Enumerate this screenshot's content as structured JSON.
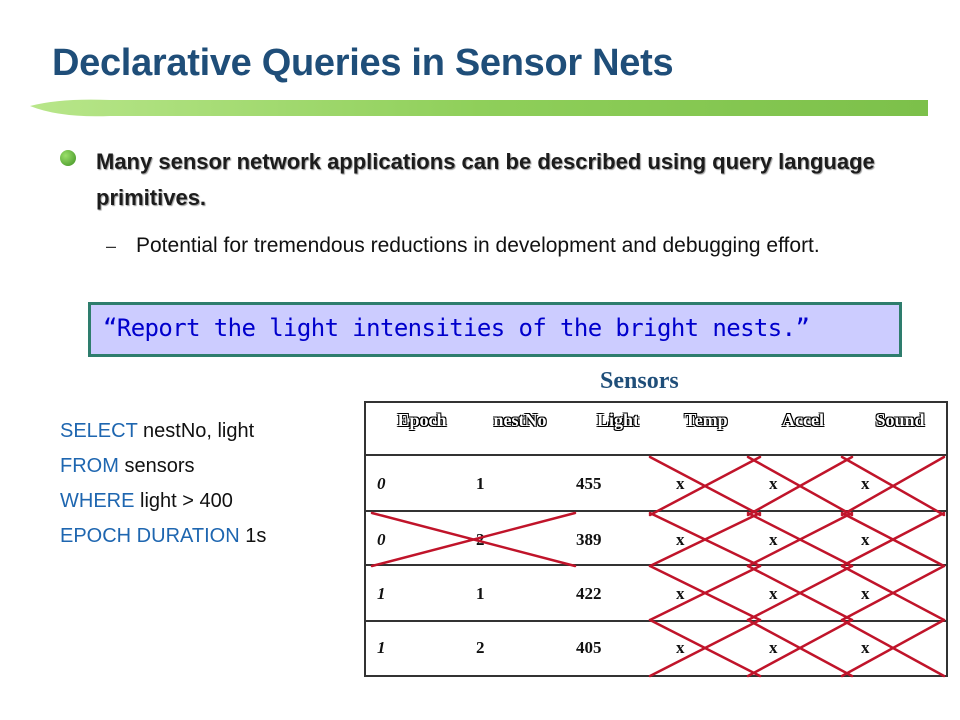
{
  "title": "Declarative Queries in Sensor Nets",
  "bullet": "Many sensor network applications can be described using query language primitives.",
  "sub_bullet": "Potential for tremendous reductions in development and debugging effort.",
  "quote": "“Report the  light intensities of the bright nests.”",
  "sql": {
    "select_kw": "SELECT",
    "select_rest": " nestNo, light",
    "from_kw": "FROM",
    "from_rest": " sensors",
    "where_kw": "WHERE",
    "where_rest": " light > 400",
    "epoch_kw": "EPOCH DURATION",
    "epoch_rest": " 1s"
  },
  "table": {
    "title": "Sensors",
    "headers": [
      "Epoch",
      "nestNo",
      "Light",
      "Temp",
      "Accel",
      "Sound"
    ],
    "rows": [
      [
        "0",
        "1",
        "455",
        "x",
        "x",
        "x"
      ],
      [
        "0",
        "2",
        "389",
        "x",
        "x",
        "x"
      ],
      [
        "1",
        "1",
        "422",
        "x",
        "x",
        "x"
      ],
      [
        "1",
        "2",
        "405",
        "x",
        "x",
        "x"
      ]
    ]
  },
  "colors": {
    "title": "#1f4e79",
    "rule": "#8fcf5a",
    "quote_bg": "#ccccff",
    "quote_text": "#0000cc",
    "cross": "#c0142a"
  }
}
